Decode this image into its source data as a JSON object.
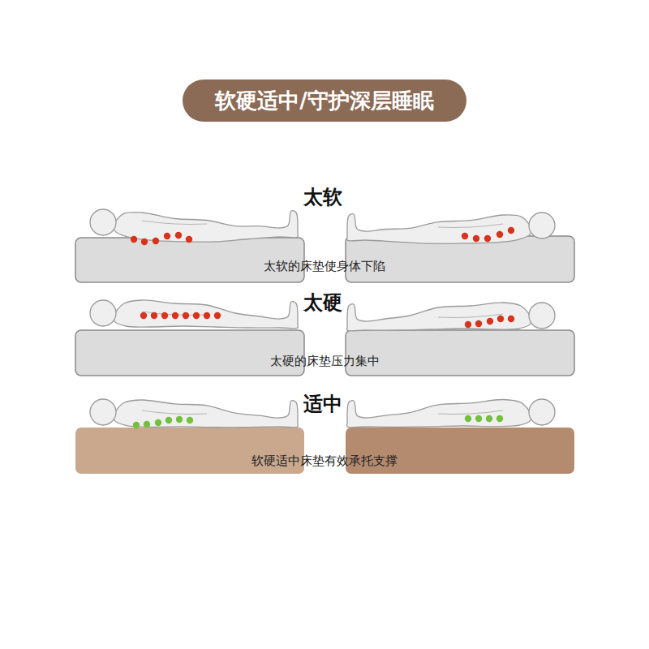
{
  "diagram": {
    "title": "软硬适中/守护深层睡眠",
    "labels": [
      "太软",
      "太软的床垫使身体下陷",
      "太硬",
      "太硬的床垫压力集中",
      "适中",
      "软硬适中床垫有效承托支撑"
    ]
  }
}
